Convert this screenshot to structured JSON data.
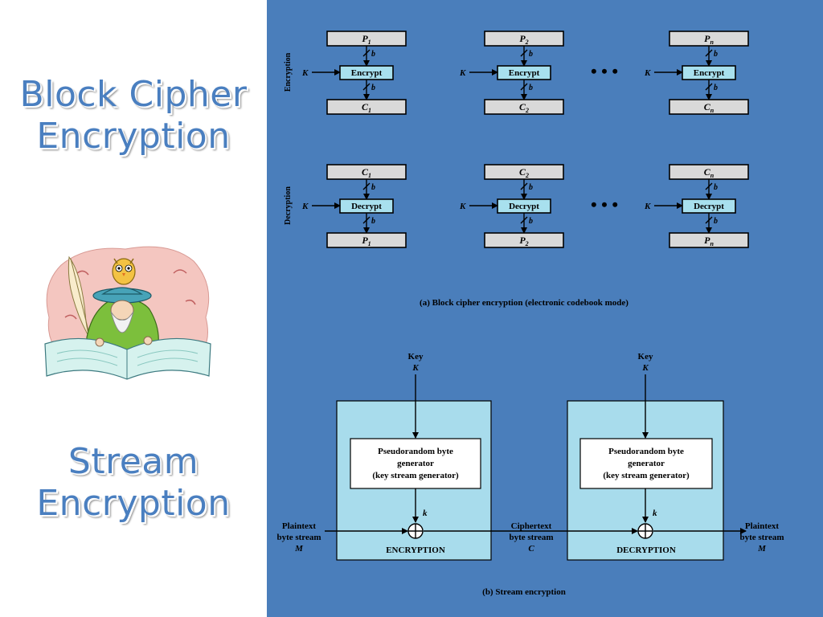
{
  "slide": {
    "title_block": "Block Cipher Encryption",
    "title_stream": "Stream Encryption"
  },
  "block_diagram": {
    "row_encrypt_label": "Encryption",
    "row_decrypt_label": "Decryption",
    "key_label": "K",
    "width_label": "b",
    "encrypt_label": "Encrypt",
    "decrypt_label": "Decrypt",
    "enc_inputs": [
      {
        "base": "P",
        "sub": "1"
      },
      {
        "base": "P",
        "sub": "2"
      },
      {
        "base": "P",
        "sub": "n"
      }
    ],
    "enc_outputs": [
      {
        "base": "C",
        "sub": "1"
      },
      {
        "base": "C",
        "sub": "2"
      },
      {
        "base": "C",
        "sub": "n"
      }
    ],
    "dec_inputs": [
      {
        "base": "C",
        "sub": "1"
      },
      {
        "base": "C",
        "sub": "2"
      },
      {
        "base": "C",
        "sub": "n"
      }
    ],
    "dec_outputs": [
      {
        "base": "P",
        "sub": "1"
      },
      {
        "base": "P",
        "sub": "2"
      },
      {
        "base": "P",
        "sub": "n"
      }
    ],
    "ellipsis": "• • •",
    "caption": "(a) Block cipher encryption (electronic codebook mode)"
  },
  "stream_diagram": {
    "key_title": "Key",
    "key_symbol": "K",
    "generator_lines": [
      "Pseudorandom byte",
      "generator",
      "(key stream generator)"
    ],
    "k_label": "k",
    "xor_symbol": "⊕",
    "encryption_label": "ENCRYPTION",
    "decryption_label": "DECRYPTION",
    "plaintext_in": [
      "Plaintext",
      "byte stream",
      "M"
    ],
    "ciphertext": [
      "Ciphertext",
      "byte stream",
      "C"
    ],
    "plaintext_out": [
      "Plaintext",
      "byte stream",
      "M"
    ],
    "caption": "(b) Stream encryption"
  },
  "colors": {
    "panel_bg": "#4a7ebb",
    "title_text": "#4a7fc0",
    "box_gray": "#d9d9d9",
    "box_cyan": "#a8e0ee"
  },
  "clipart": {
    "icon": "wizard-with-owl-and-book-icon"
  }
}
